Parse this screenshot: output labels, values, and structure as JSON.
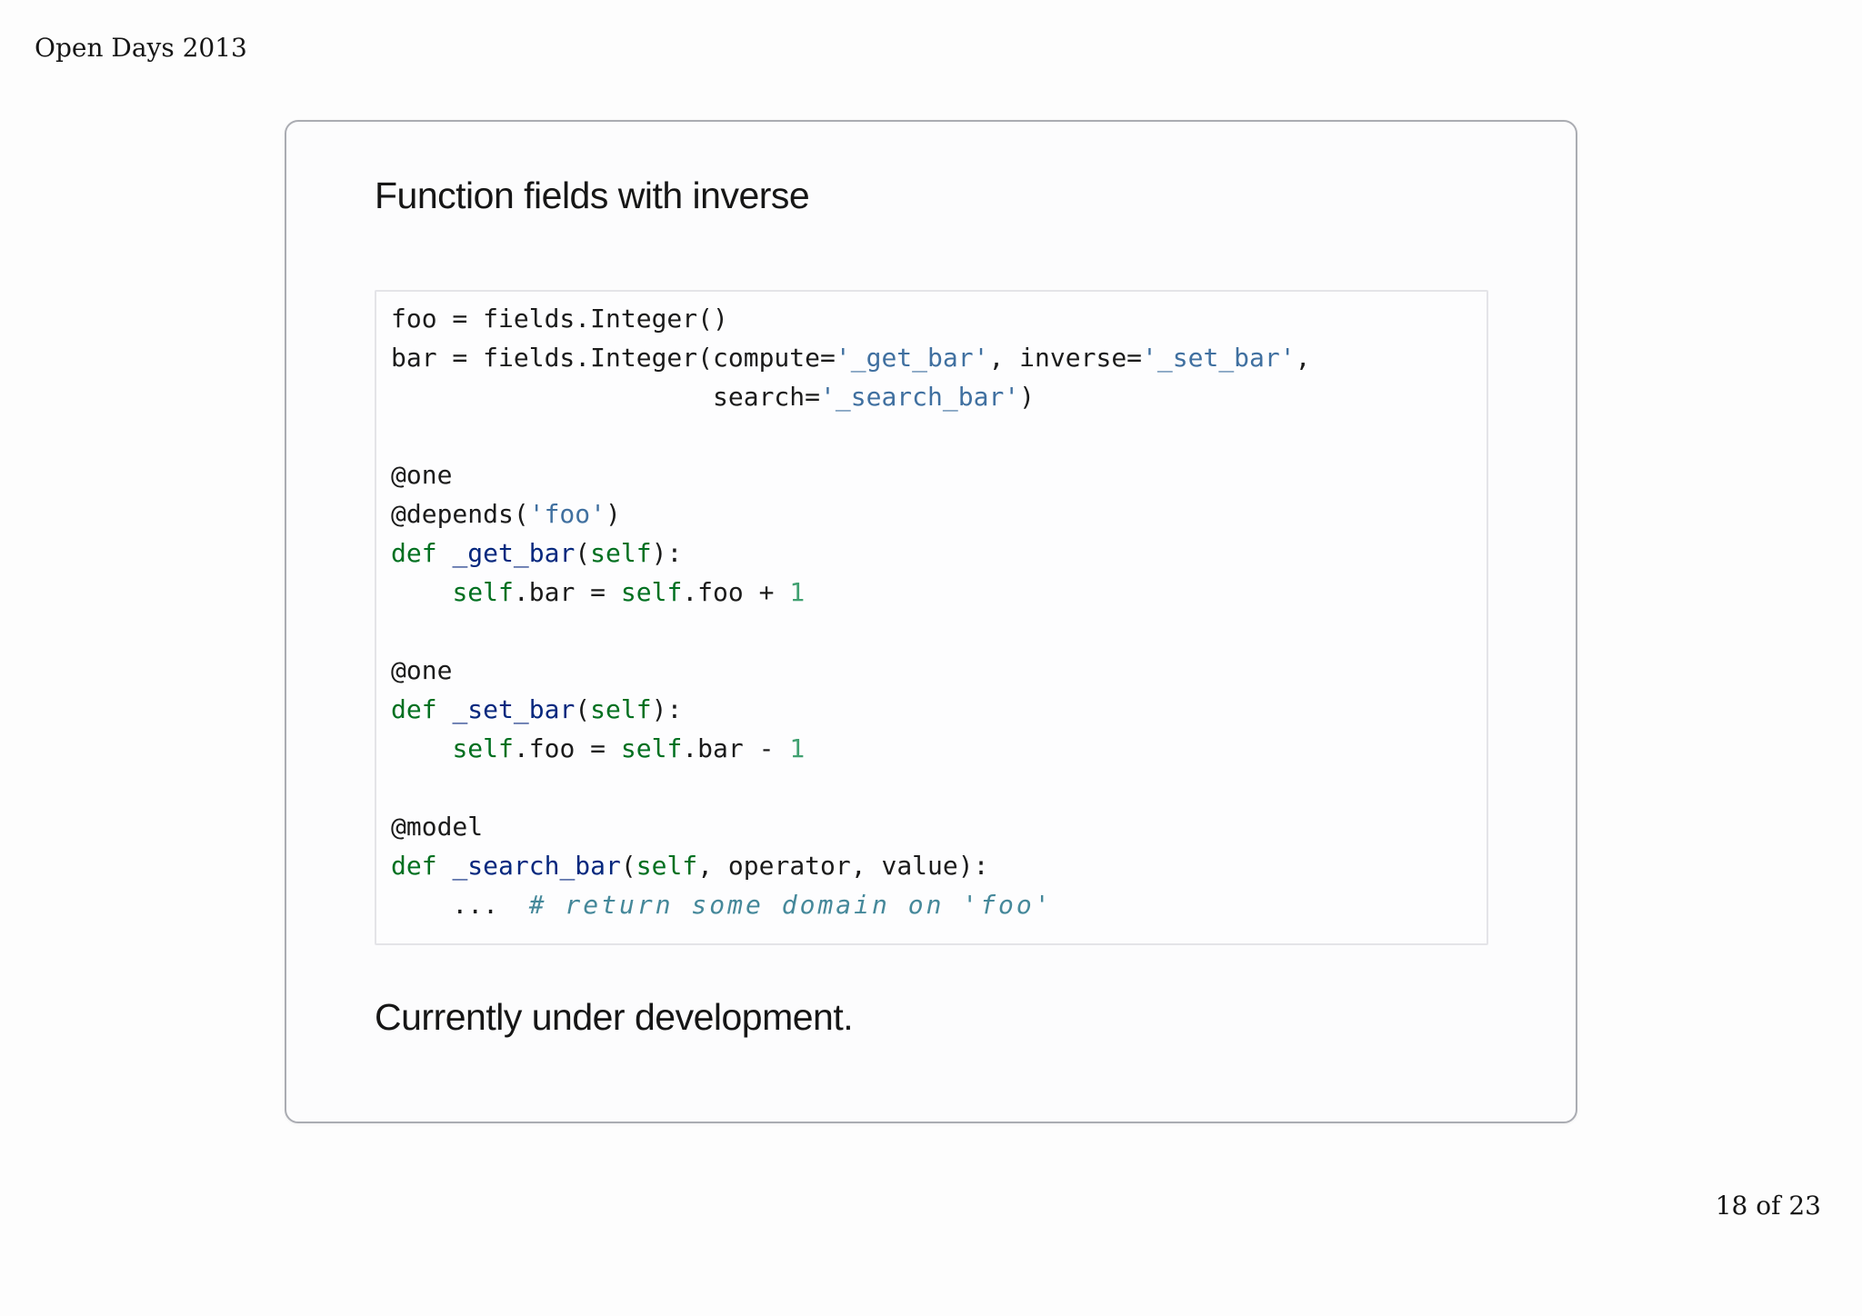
{
  "page": {
    "header_left": "Open Days 2013",
    "page_indicator": "18 of 23"
  },
  "slide": {
    "title": "Function fields with inverse",
    "footnote": "Currently under development.",
    "code": {
      "language": "python",
      "lines": [
        [
          [
            "foo = fields.Integer()",
            "pl"
          ]
        ],
        [
          [
            "bar = fields.Integer(compute=",
            "pl"
          ],
          [
            "'_get_bar'",
            "st"
          ],
          [
            ", inverse=",
            "pl"
          ],
          [
            "'_set_bar'",
            "st"
          ],
          [
            ",",
            "pl"
          ]
        ],
        [
          [
            "                     search=",
            "pl"
          ],
          [
            "'_search_bar'",
            "st"
          ],
          [
            ")",
            "pl"
          ]
        ],
        [],
        [
          [
            "@one",
            "pl"
          ]
        ],
        [
          [
            "@depends(",
            "pl"
          ],
          [
            "'foo'",
            "st"
          ],
          [
            ")",
            "pl"
          ]
        ],
        [
          [
            "def",
            "kw"
          ],
          [
            " ",
            "pl"
          ],
          [
            "_get_bar",
            "fn"
          ],
          [
            "(",
            "pl"
          ],
          [
            "self",
            "kw"
          ],
          [
            "):",
            "pl"
          ]
        ],
        [
          [
            "    ",
            "pl"
          ],
          [
            "self",
            "kw"
          ],
          [
            ".bar = ",
            "pl"
          ],
          [
            "self",
            "kw"
          ],
          [
            ".foo + ",
            "pl"
          ],
          [
            "1",
            "nu"
          ]
        ],
        [],
        [
          [
            "@one",
            "pl"
          ]
        ],
        [
          [
            "def",
            "kw"
          ],
          [
            " ",
            "pl"
          ],
          [
            "_set_bar",
            "fn"
          ],
          [
            "(",
            "pl"
          ],
          [
            "self",
            "kw"
          ],
          [
            "):",
            "pl"
          ]
        ],
        [
          [
            "    ",
            "pl"
          ],
          [
            "self",
            "kw"
          ],
          [
            ".foo = ",
            "pl"
          ],
          [
            "self",
            "kw"
          ],
          [
            ".bar - ",
            "pl"
          ],
          [
            "1",
            "nu"
          ]
        ],
        [],
        [
          [
            "@model",
            "pl"
          ]
        ],
        [
          [
            "def",
            "kw"
          ],
          [
            " ",
            "pl"
          ],
          [
            "_search_bar",
            "fn"
          ],
          [
            "(",
            "pl"
          ],
          [
            "self",
            "kw"
          ],
          [
            ", operator, value):",
            "pl"
          ]
        ],
        [
          [
            "    ...  ",
            "pl"
          ],
          [
            "# return some domain on 'foo'",
            "cm"
          ]
        ]
      ]
    }
  },
  "colors": {
    "page_background": "#fdfdfd",
    "card_background": "#fcfcfd",
    "card_border": "#aaacb2",
    "code_background": "#fdfdfe",
    "code_border": "#e4e4e8",
    "text": "#161616",
    "code_text": "#1b1b1b",
    "keyword": "#007020",
    "function_name": "#06287e",
    "string": "#4070a0",
    "number": "#40a070",
    "comment": "#45889a"
  }
}
